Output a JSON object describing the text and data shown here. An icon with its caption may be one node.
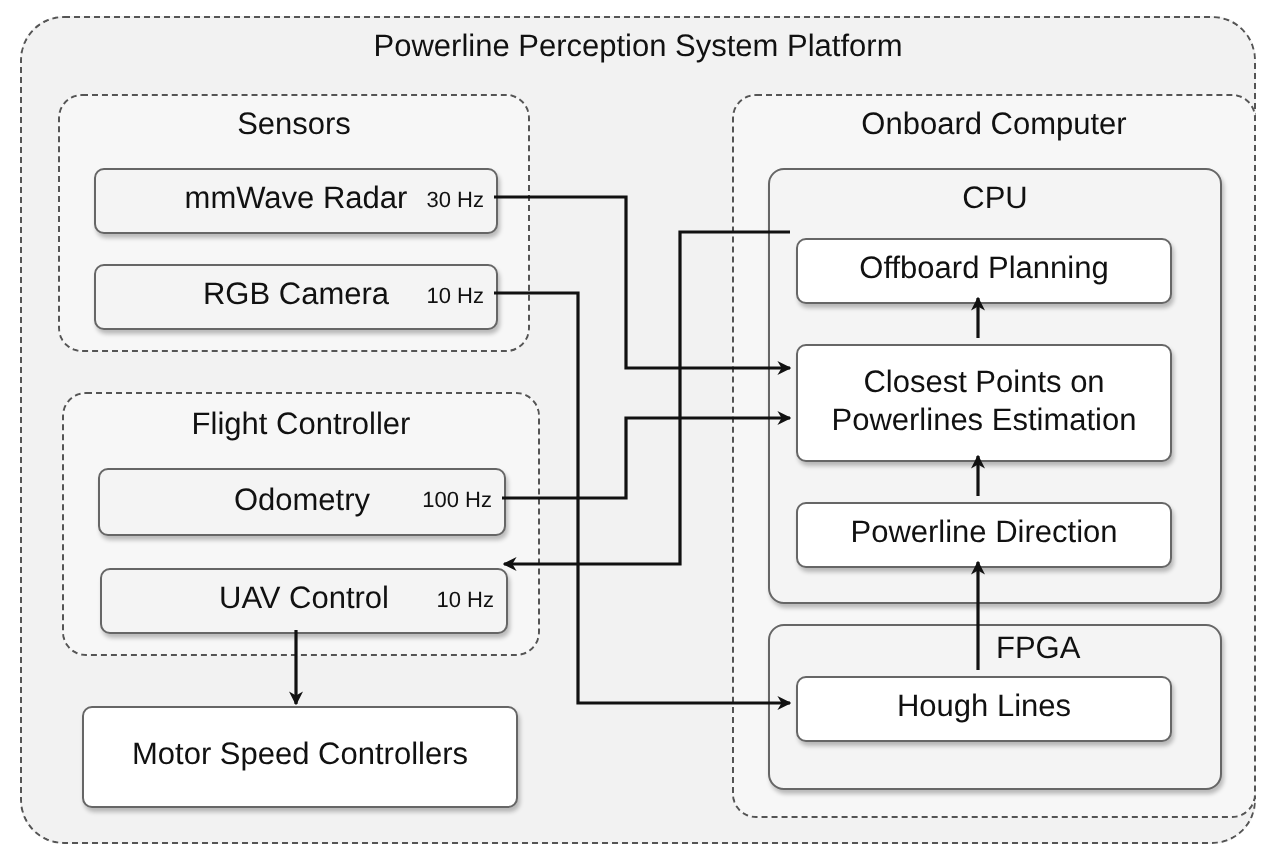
{
  "diagram": {
    "nodes": [
      {
        "text": [
          "Powerline Perception System Platform"
        ]
      },
      {
        "text": [
          "Sensors"
        ],
        "in": 0
      },
      {
        "text": [
          "mmWave Radar",
          "30 Hz"
        ],
        "in": 1
      },
      {
        "text": [
          "RGB Camera",
          "10 Hz"
        ],
        "in": 1
      },
      {
        "text": [
          "Flight Controller"
        ],
        "in": 0
      },
      {
        "text": [
          "Odometry",
          "100 Hz"
        ],
        "in": 4
      },
      {
        "text": [
          "UAV Control",
          "10 Hz"
        ],
        "in": 4
      },
      {
        "text": [
          "Motor Speed Controllers"
        ],
        "in": 0
      },
      {
        "text": [
          "Onboard Computer"
        ],
        "in": 0
      },
      {
        "text": [
          "CPU"
        ],
        "in": 8
      },
      {
        "text": [
          "Offboard Planning"
        ],
        "in": 9
      },
      {
        "text": [
          "Closest Points on Powerlines Estimation"
        ],
        "in": 9
      },
      {
        "text": [
          "Powerline Direction"
        ],
        "in": 9
      },
      {
        "text": [
          "FPGA"
        ],
        "in": 8
      },
      {
        "text": [
          "Hough Lines"
        ],
        "in": 13
      }
    ],
    "edges": [
      {
        "from": 2,
        "to": 11,
        "arrow": "to"
      },
      {
        "from": 3,
        "to": 14,
        "arrow": "to"
      },
      {
        "from": 5,
        "to": 11,
        "arrow": "to"
      },
      {
        "from": 10,
        "to": 6,
        "arrow": "to"
      },
      {
        "from": 6,
        "to": 7,
        "arrow": "to"
      },
      {
        "from": 14,
        "to": 12,
        "arrow": "to"
      },
      {
        "from": 12,
        "to": 11,
        "arrow": "to"
      },
      {
        "from": 11,
        "to": 10,
        "arrow": "to"
      }
    ]
  }
}
